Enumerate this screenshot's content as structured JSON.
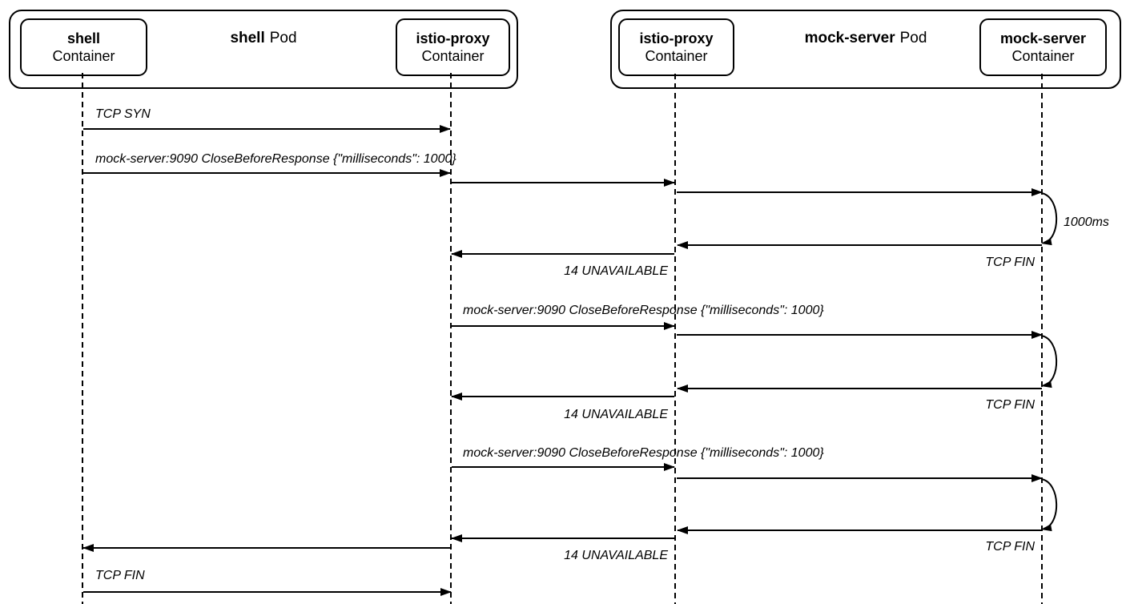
{
  "pods": [
    {
      "name": "shell",
      "suffix": "Pod",
      "containers": [
        {
          "name": "shell",
          "label": "Container"
        },
        {
          "name": "istio-proxy",
          "label": "Container"
        }
      ]
    },
    {
      "name": "mock-server",
      "suffix": "Pod",
      "containers": [
        {
          "name": "istio-proxy",
          "label": "Container"
        },
        {
          "name": "mock-server",
          "label": "Container"
        }
      ]
    }
  ],
  "sequence": [
    {
      "from": "shell",
      "to": "istio-proxy (shell pod)",
      "label": "TCP SYN"
    },
    {
      "from": "shell",
      "to": "istio-proxy (shell pod)",
      "label": "mock-server:9090 CloseBeforeResponse {\"milliseconds\": 1000}"
    },
    {
      "from": "istio-proxy (shell pod)",
      "to": "istio-proxy (mock-server pod)",
      "label": ""
    },
    {
      "from": "istio-proxy (mock-server pod)",
      "to": "mock-server",
      "label": ""
    },
    {
      "type": "delay",
      "at": "mock-server",
      "label": "1000ms"
    },
    {
      "from": "mock-server",
      "to": "istio-proxy (mock-server pod)",
      "label": "TCP FIN"
    },
    {
      "from": "istio-proxy (mock-server pod)",
      "to": "istio-proxy (shell pod)",
      "label": "14 UNAVAILABLE"
    },
    {
      "from": "istio-proxy (shell pod)",
      "to": "istio-proxy (mock-server pod)",
      "label": "mock-server:9090 CloseBeforeResponse {\"milliseconds\": 1000}"
    },
    {
      "from": "istio-proxy (mock-server pod)",
      "to": "mock-server",
      "label": ""
    },
    {
      "type": "delay",
      "at": "mock-server",
      "label": ""
    },
    {
      "from": "mock-server",
      "to": "istio-proxy (mock-server pod)",
      "label": "TCP FIN"
    },
    {
      "from": "istio-proxy (mock-server pod)",
      "to": "istio-proxy (shell pod)",
      "label": "14 UNAVAILABLE"
    },
    {
      "from": "istio-proxy (shell pod)",
      "to": "istio-proxy (mock-server pod)",
      "label": "mock-server:9090 CloseBeforeResponse {\"milliseconds\": 1000}"
    },
    {
      "from": "istio-proxy (mock-server pod)",
      "to": "mock-server",
      "label": ""
    },
    {
      "type": "delay",
      "at": "mock-server",
      "label": ""
    },
    {
      "from": "mock-server",
      "to": "istio-proxy (mock-server pod)",
      "label": "TCP FIN"
    },
    {
      "from": "istio-proxy (mock-server pod)",
      "to": "istio-proxy (shell pod)",
      "label": "14 UNAVAILABLE"
    },
    {
      "from": "istio-proxy (shell pod)",
      "to": "shell",
      "label": ""
    },
    {
      "from": "shell",
      "to": "istio-proxy (shell pod)",
      "label": "TCP FIN"
    }
  ],
  "colors": {
    "line": "#000000",
    "background": "#ffffff"
  }
}
